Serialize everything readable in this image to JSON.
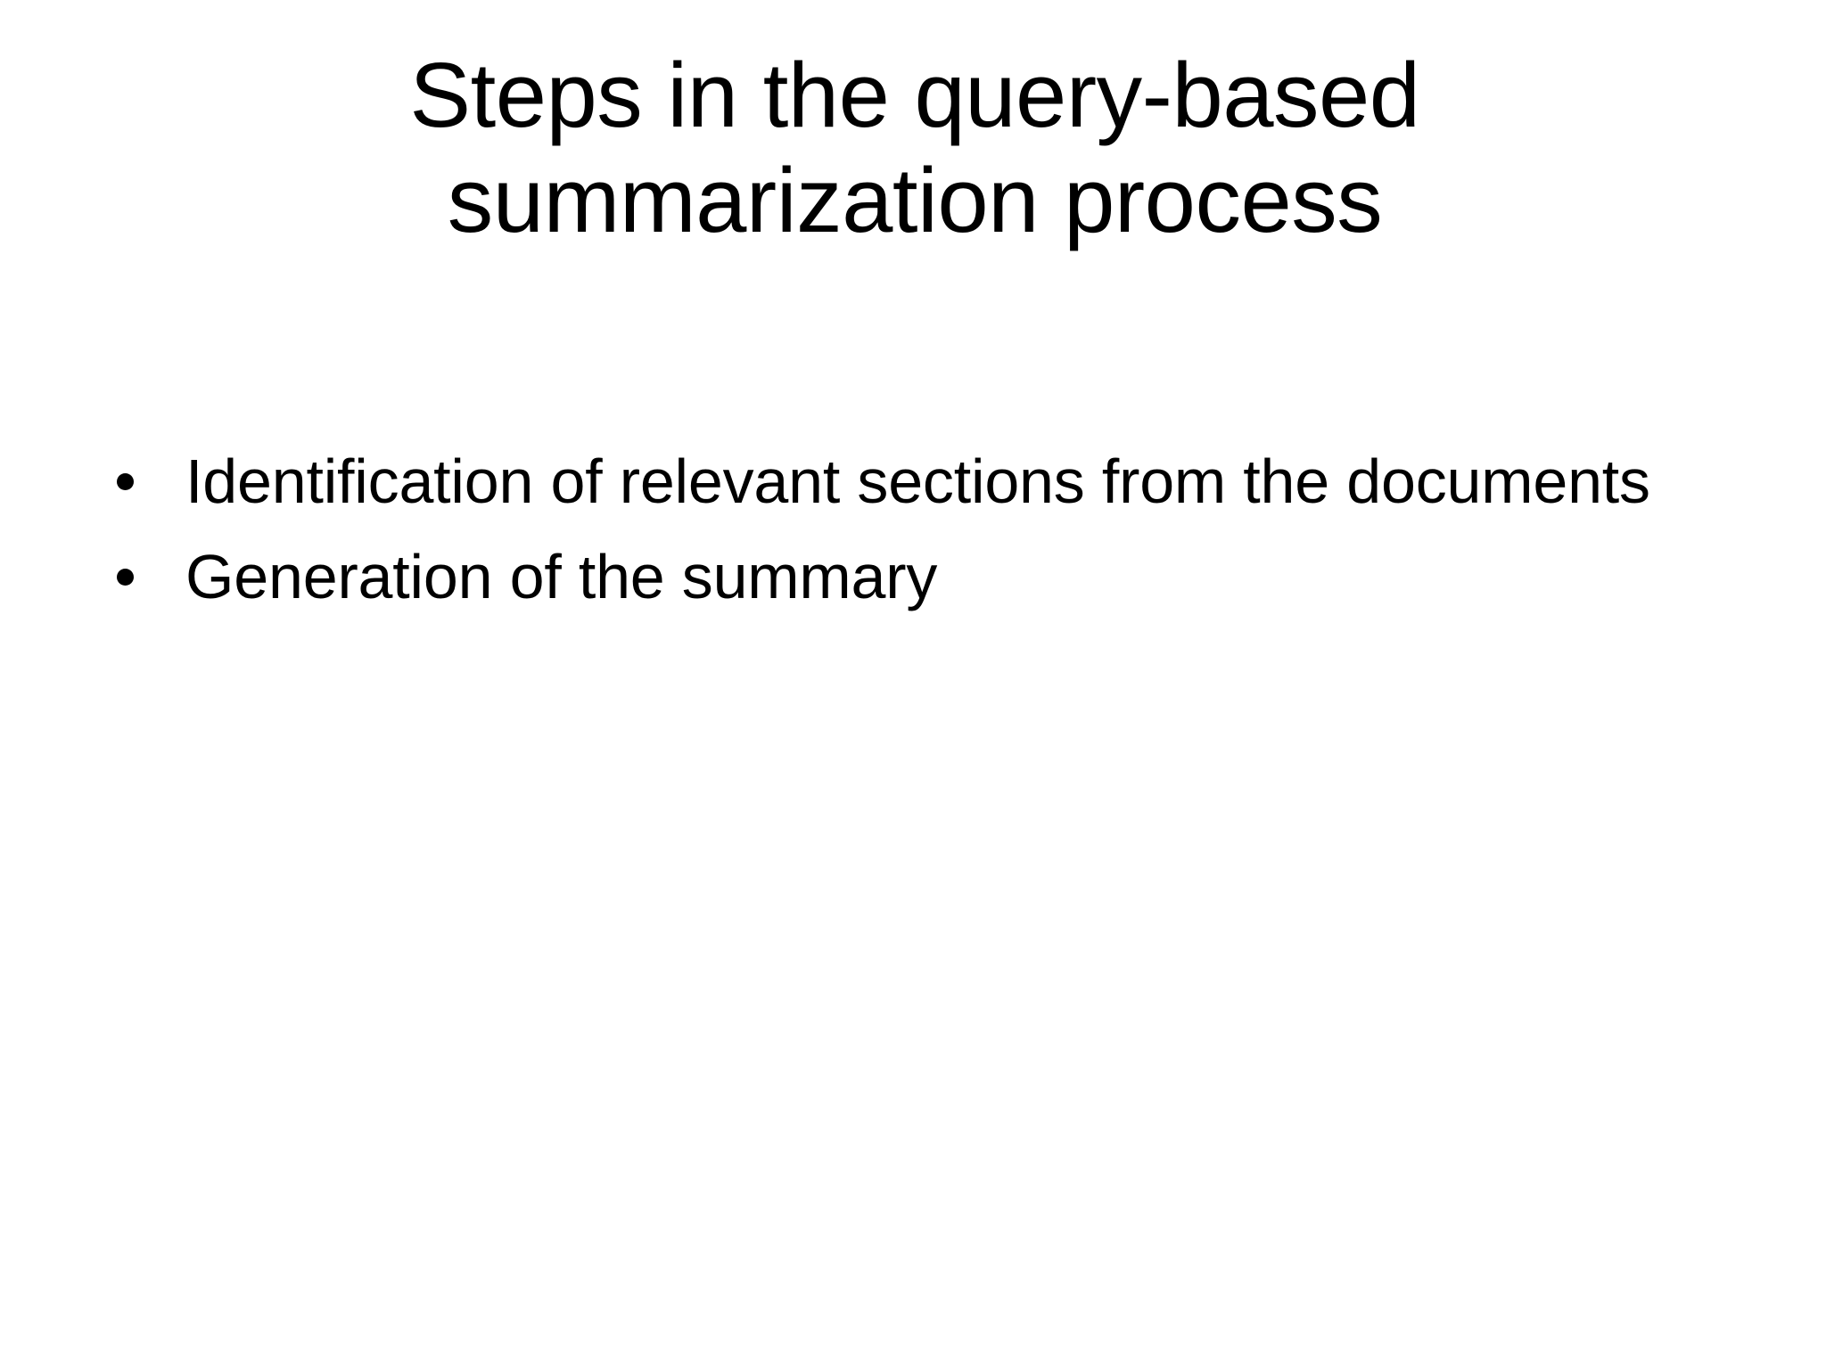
{
  "slide": {
    "background_color": "#ffffff",
    "text_color": "#000000",
    "title": "Steps in the query-based summarization process",
    "title_line_1": "Steps in the query-based",
    "title_line_2": "summarization process",
    "bullets": [
      {
        "marker": "bullet-dot",
        "text": "Identification of relevant sections from the documents"
      },
      {
        "marker": "bullet-dot",
        "text": "Generation of the summary"
      }
    ]
  }
}
